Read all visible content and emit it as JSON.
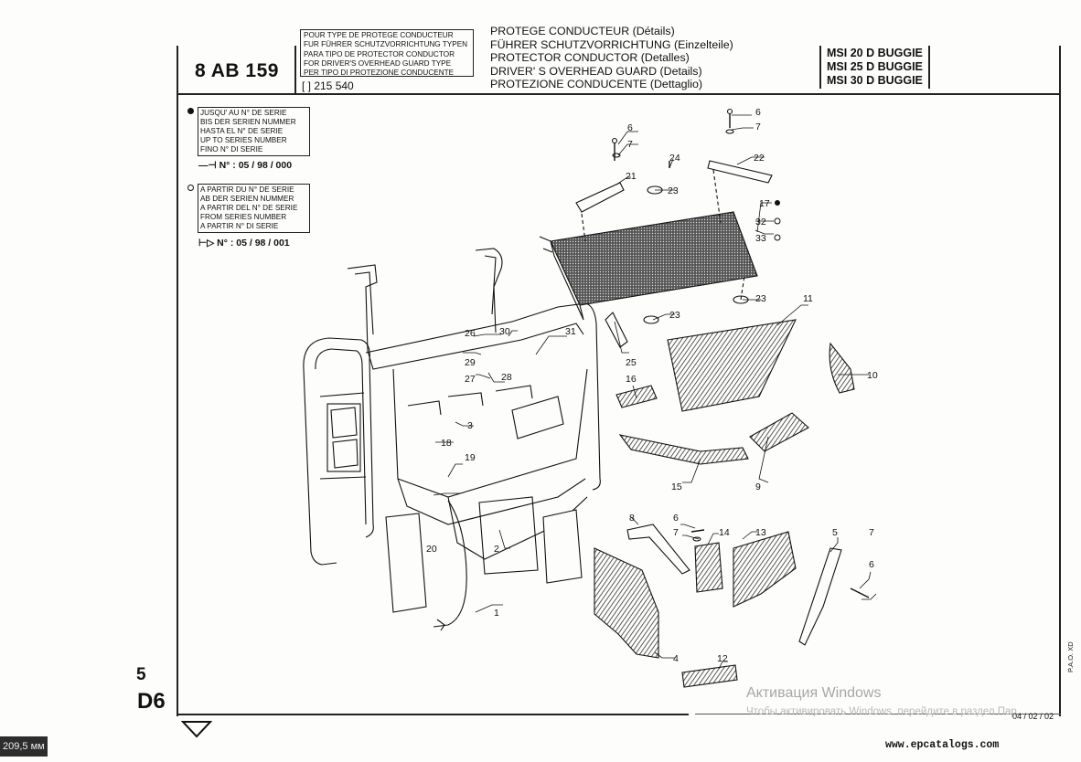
{
  "header": {
    "catalog_code": "8 AB 159",
    "title_small_lines": [
      "POUR TYPE DE PROTEGE CONDUCTEUR",
      "FUR FÜHRER SCHUTZVORRICHTUNG TYPEN",
      "PARA TIPO DE PROTECTOR CONDUCTOR",
      "FOR DRIVER'S OVERHEAD GUARD TYPE",
      "PER TIPO DI PROTEZIONE CONDUCENTE"
    ],
    "reference": "[ ] 215 540",
    "title_lines": [
      "PROTEGE CONDUCTEUR (Détails)",
      "FÜHRER SCHUTZVORRICHTUNG (Einzelteile)",
      "PROTECTOR CONDUCTOR (Detalles)",
      "DRIVER' S OVERHEAD GUARD (Details)",
      "PROTEZIONE CONDUCENTE (Dettaglio)"
    ],
    "models": [
      "MSI 20 D BUGGIE",
      "MSI 25 D BUGGIE",
      "MSI 30 D BUGGIE"
    ]
  },
  "legend": {
    "until": {
      "lines": [
        "JUSQU' AU N° DE SERIE",
        "BIS DER SERIEN NUMMER",
        "HASTA EL N° DE SERIE",
        "UP TO SERIES NUMBER",
        "FINO N° DI SERIE"
      ],
      "serial": "N° : 05 / 98 / 000"
    },
    "from": {
      "lines": [
        "A PARTIR DU N° DE SERIE",
        "AB DER SERIEN NUMMER",
        "A PARTIR DEL N° DE SERIE",
        "FROM SERIES NUMBER",
        "A PARTIR N° DI SERIE"
      ],
      "serial": "N° : 05 / 98 / 001"
    }
  },
  "callouts": {
    "c1": "1",
    "c2": "2",
    "c3": "3",
    "c4": "4",
    "c5": "5",
    "c6a": "6",
    "c6b": "6",
    "c6c": "6",
    "c6d": "6",
    "c7a": "7",
    "c7b": "7",
    "c7c": "7",
    "c7d": "7",
    "c8": "8",
    "c9": "9",
    "c10": "10",
    "c11": "11",
    "c12": "12",
    "c13": "13",
    "c14": "14",
    "c15": "15",
    "c16": "16",
    "c17": "17",
    "c18": "18",
    "c19": "19",
    "c20": "20",
    "c21": "21",
    "c22": "22",
    "c23a": "23",
    "c23b": "23",
    "c23c": "23",
    "c24": "24",
    "c25": "25",
    "c26": "26",
    "c27": "27",
    "c28": "28",
    "c29": "29",
    "c30": "30",
    "c31": "31",
    "c32": "32",
    "c33": "33"
  },
  "footer": {
    "section_number": "5",
    "section_code": "D6",
    "date": "04 / 02 / 02",
    "pao": "P.A.O. XD",
    "website": "www.epcatalogs.com",
    "zoom_badge": "209,5 мм"
  },
  "watermark": {
    "title": "Активация Windows",
    "subtitle": "Чтобы активировать Windows, перейдите в раздел Пар"
  },
  "colors": {
    "ink": "#111111",
    "hatch": "#333333",
    "paper": "#fdfdfc"
  }
}
